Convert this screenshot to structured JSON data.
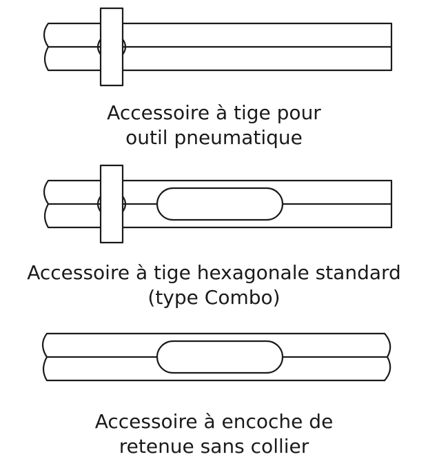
{
  "items": [
    {
      "caption_line1": "Accessoire à tige pour",
      "caption_line2": "outil pneumatique"
    },
    {
      "caption_line1": "Accessoire à tige hexagonale standard",
      "caption_line2": "(type Combo)"
    },
    {
      "caption_line1": "Accessoire à encoche de",
      "caption_line2": "retenue sans collier"
    }
  ],
  "colors": {
    "line": "#1a1a1a",
    "text": "#1a1a1a",
    "background": "#ffffff"
  }
}
